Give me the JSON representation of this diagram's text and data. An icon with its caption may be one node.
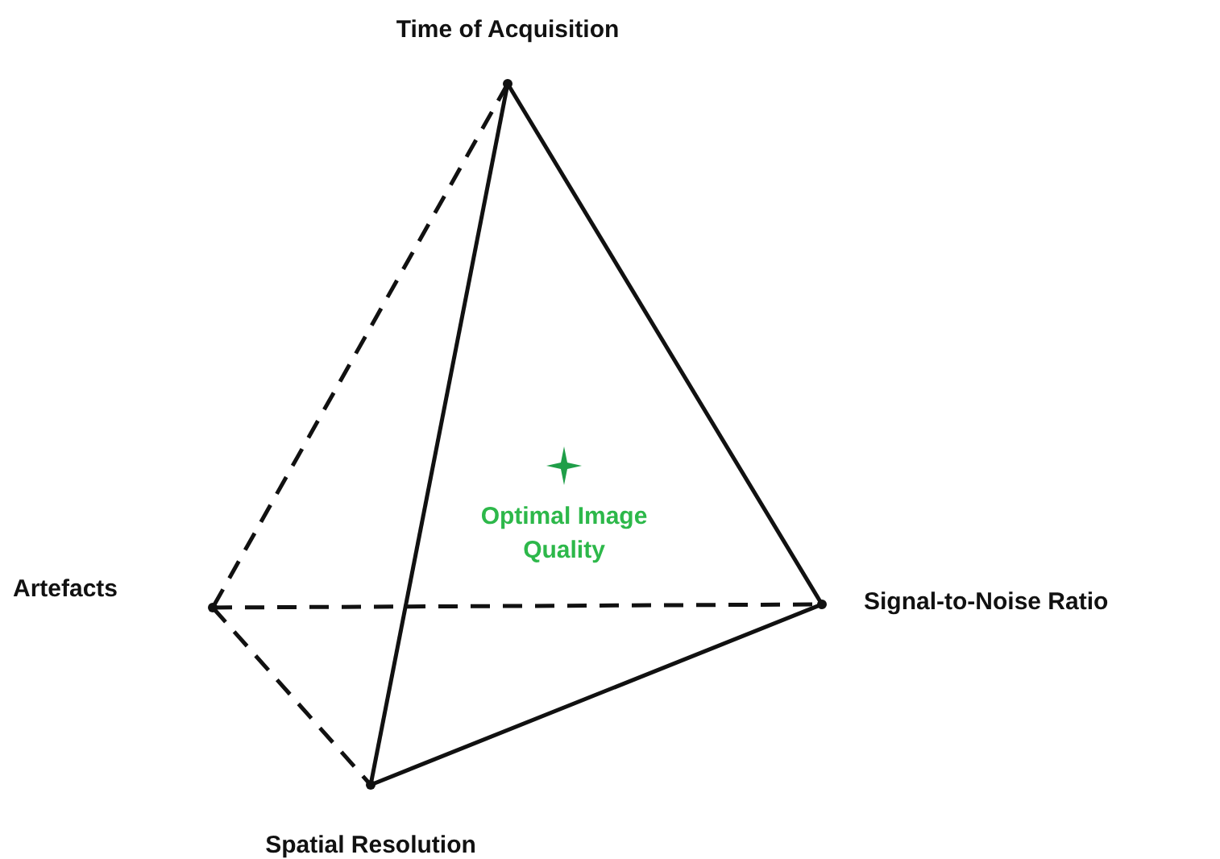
{
  "diagram": {
    "nodes": [
      {
        "text": [
          "Time of Acquisition"
        ]
      },
      {
        "text": [
          "Artefacts"
        ]
      },
      {
        "text": [
          "Signal-to-Noise Ratio"
        ]
      },
      {
        "text": [
          "Spatial Resolution"
        ]
      }
    ],
    "edges": [
      {
        "from": 0,
        "to": 3,
        "arrow": "none"
      },
      {
        "from": 0,
        "to": 2,
        "arrow": "none"
      },
      {
        "from": 3,
        "to": 2,
        "arrow": "none"
      },
      {
        "from": 0,
        "to": 1,
        "arrow": "none",
        "style": "dashed"
      },
      {
        "from": 1,
        "to": 2,
        "arrow": "none",
        "style": "dashed"
      },
      {
        "from": 1,
        "to": 3,
        "arrow": "none",
        "style": "dashed"
      }
    ],
    "labels": [
      "Optimal Image Quality"
    ]
  }
}
